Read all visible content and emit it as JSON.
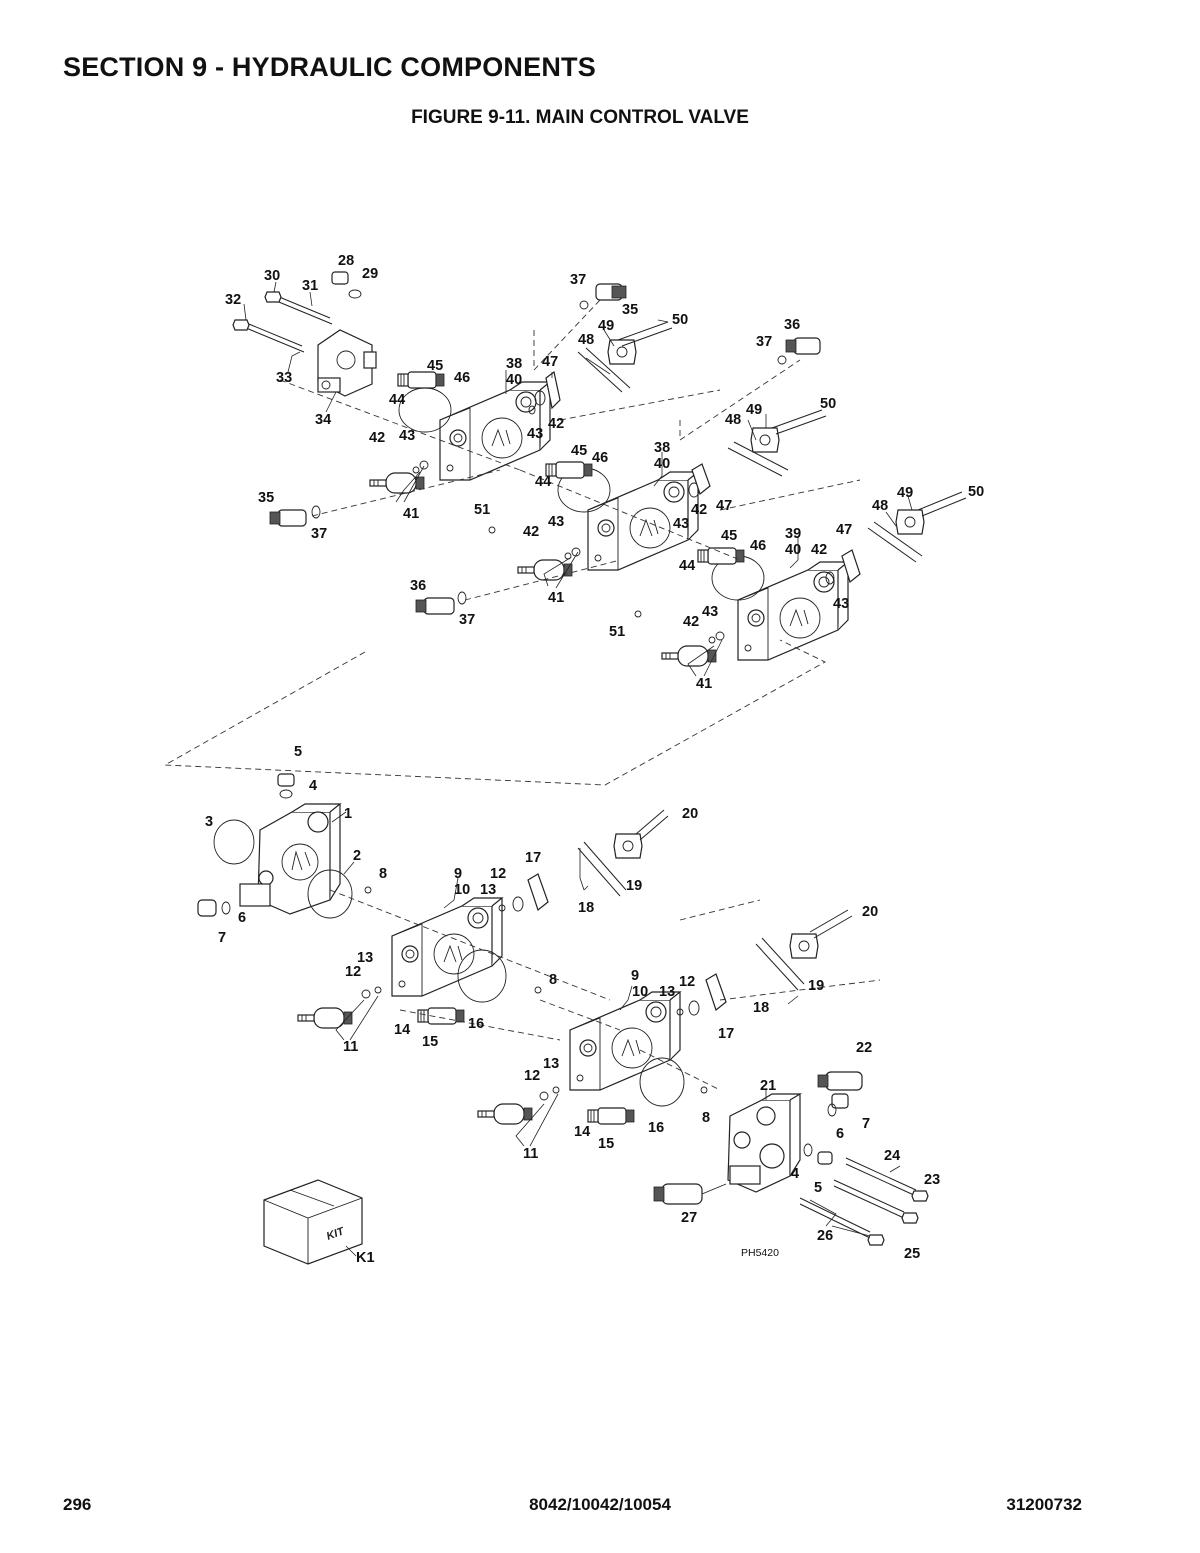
{
  "header": {
    "section_title": "SECTION 9 - HYDRAULIC COMPONENTS",
    "figure_title": "FIGURE 9-11. MAIN CONTROL VALVE"
  },
  "diagram": {
    "image_code": "PH5420",
    "kit_box_text": "KIT",
    "labels": {
      "n28": "28",
      "n29": "29",
      "n30": "30",
      "n31": "31",
      "n32": "32",
      "n33": "33",
      "n34": "34",
      "n37a": "37",
      "n35a": "35",
      "n49a": "49",
      "n50a": "50",
      "n48a": "48",
      "n45a": "45",
      "n46a": "46",
      "n44a": "44",
      "n38a": "38",
      "n40a": "40",
      "n47a": "47",
      "n42a": "42",
      "n43a": "43",
      "n42b": "42",
      "n43b": "43",
      "n41a": "41",
      "n35b": "35",
      "n37b": "37",
      "n36a": "36",
      "n37c": "37",
      "n48b": "48",
      "n49b": "49",
      "n50b": "50",
      "n45b": "45",
      "n46b": "46",
      "n44b": "44",
      "n38b": "38",
      "n40b": "40",
      "n47b": "47",
      "n42c": "42",
      "n43c": "43",
      "n51a": "51",
      "n42d": "42",
      "n43d": "43",
      "n41b": "41",
      "n48c": "48",
      "n49c": "49",
      "n50c": "50",
      "n39": "39",
      "n40c": "40",
      "n47c": "47",
      "n42e": "42",
      "n45c": "45",
      "n46c": "46",
      "n44c": "44",
      "n43e": "43",
      "n36b": "36",
      "n37d": "37",
      "n51b": "51",
      "n42f": "42",
      "n43f": "43",
      "n41c": "41",
      "n5a": "5",
      "n4a": "4",
      "n1": "1",
      "n3": "3",
      "n2": "2",
      "n8a": "8",
      "n6a": "6",
      "n7a": "7",
      "n20a": "20",
      "n17a": "17",
      "n12a": "12",
      "n13a": "13",
      "n9a": "9",
      "n10a": "10",
      "n19a": "19",
      "n18a": "18",
      "n13b": "13",
      "n12b": "12",
      "n14a": "14",
      "n15a": "15",
      "n16a": "16",
      "n11a": "11",
      "n8b": "8",
      "n20b": "20",
      "n9b": "9",
      "n10b": "10",
      "n13c": "13",
      "n12c": "12",
      "n19b": "19",
      "n18b": "18",
      "n17b": "17",
      "n13d": "13",
      "n12d": "12",
      "n22": "22",
      "n21": "21",
      "n8c": "8",
      "n14b": "14",
      "n15b": "15",
      "n16b": "16",
      "n11b": "11",
      "n7b": "7",
      "n6b": "6",
      "n4b": "4",
      "n5b": "5",
      "n24": "24",
      "n23": "23",
      "n27": "27",
      "n26": "26",
      "n25": "25",
      "k1": "K1"
    }
  },
  "footer": {
    "page_number": "296",
    "model_numbers": "8042/10042/10054",
    "document_number": "31200732"
  }
}
